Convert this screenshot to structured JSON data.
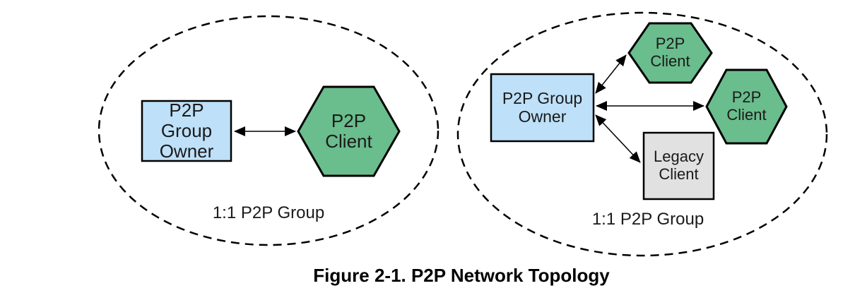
{
  "figure": {
    "caption": "Figure 2-1. P2P Network Topology"
  },
  "colors": {
    "owner_fill": "#BEE0F8",
    "p2p_client_fill": "#6ABD8C",
    "legacy_client_fill": "#E1E1E1",
    "outline": "#000000"
  },
  "left_group": {
    "label": "1:1 P2P Group",
    "owner_label": "P2P\nGroup\nOwner",
    "client_label": "P2P\nClient"
  },
  "right_group": {
    "label": "1:1 P2P Group",
    "owner_label": "P2P Group\nOwner",
    "top_client_label": "P2P\nClient",
    "right_client_label": "P2P\nClient",
    "legacy_client_label": "Legacy\nClient"
  }
}
